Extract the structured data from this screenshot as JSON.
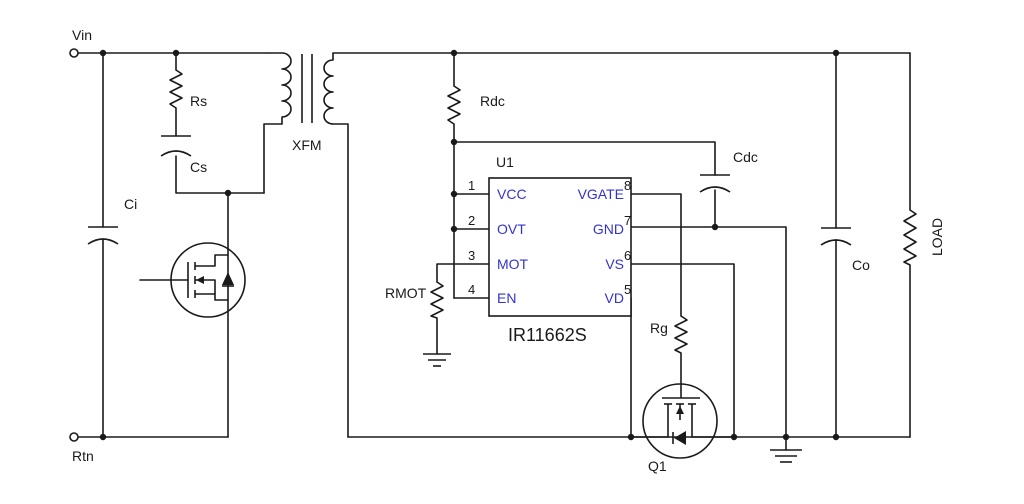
{
  "labels": {
    "vin": "Vin",
    "rtn": "Rtn",
    "rs": "Rs",
    "cs": "Cs",
    "ci": "Ci",
    "xfm": "XFM",
    "rdc": "Rdc",
    "cdc": "Cdc",
    "u1": "U1",
    "rmot": "RMOT",
    "rg": "Rg",
    "q1": "Q1",
    "co": "Co",
    "load": "LOAD"
  },
  "ic": {
    "part_number": "IR11662S",
    "left_pins": [
      {
        "num": "1",
        "name": "VCC"
      },
      {
        "num": "2",
        "name": "OVT"
      },
      {
        "num": "3",
        "name": "MOT"
      },
      {
        "num": "4",
        "name": "EN"
      }
    ],
    "right_pins": [
      {
        "num": "8",
        "name": "VGATE"
      },
      {
        "num": "7",
        "name": "GND"
      },
      {
        "num": "6",
        "name": "VS"
      },
      {
        "num": "5",
        "name": "VD"
      }
    ]
  },
  "colors": {
    "pin_name": "#3333cc",
    "q1_label": "#2f6f8f",
    "wire": "#1a1a1a"
  }
}
